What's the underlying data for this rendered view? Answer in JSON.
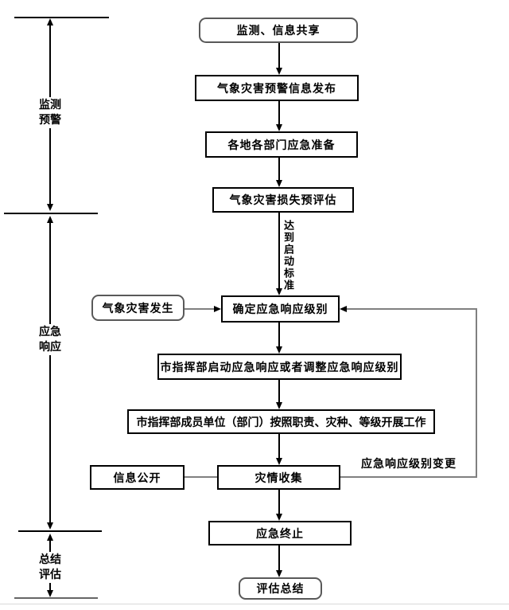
{
  "phases": [
    {
      "line1": "监测",
      "line2": "预警"
    },
    {
      "line1": "应急",
      "line2": "响应"
    },
    {
      "line1": "总结",
      "line2": "评估"
    }
  ],
  "nodes": {
    "monitor_share": "监测、信息共享",
    "warning_release": "气象灾害预警信息发布",
    "emergency_prepare": "各地各部门应急准备",
    "loss_preassess": "气象灾害损失预评估",
    "disaster_occur": "气象灾害发生",
    "determine_level": "确定应急响应级别",
    "start_adjust_response": "市指挥部启动应急响应或者调整应急响应级别",
    "members_work": "市指挥部成员单位（部门）按照职责、灾种、等级开展工作",
    "info_public": "信息公开",
    "disaster_collect": "灾情收集",
    "emergency_end": "应急终止",
    "evaluate_summary": "评估总结"
  },
  "edges": {
    "reach_standard": "达到启动标准",
    "level_change": "应急响应级别变更"
  },
  "colors": {
    "line_black": "#000000",
    "line_gray": "#808080",
    "rounded_border": "#595959",
    "background": "#ffffff",
    "page_edge": "#d9d9d9"
  }
}
